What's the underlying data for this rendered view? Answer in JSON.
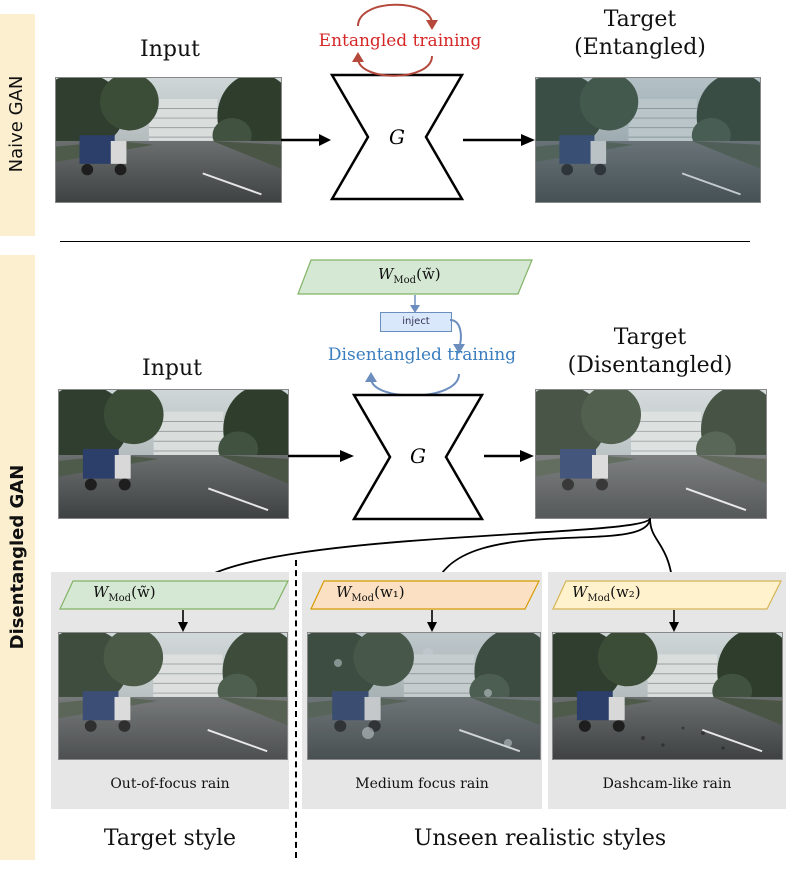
{
  "naive_section": {
    "label": "Naive GAN",
    "input_title": "Input",
    "generator_label": "G",
    "training_label": "Entangled training",
    "target_title_line1": "Target",
    "target_title_line2": "(Entangled)"
  },
  "disentangled_section": {
    "label": "Disentangled GAN",
    "modulation_label": "W",
    "modulation_sub": "Mod",
    "modulation_arg": "(w̃)",
    "inject_label": "inject",
    "training_label": "Disentangled training",
    "input_title": "Input",
    "generator_label": "G",
    "target_title_line1": "Target",
    "target_title_line2": "(Disentangled)"
  },
  "styles": [
    {
      "w_main": "W",
      "w_sub": "Mod",
      "w_arg": "(w̃)",
      "caption": "Out-of-focus rain",
      "color": "#d5e8d4",
      "border": "#82b366"
    },
    {
      "w_main": "W",
      "w_sub": "Mod",
      "w_arg": "(w₁)",
      "caption": "Medium focus rain",
      "color": "#fce0c4",
      "border": "#d79b00"
    },
    {
      "w_main": "W",
      "w_sub": "Mod",
      "w_arg": "(w₂)",
      "caption": "Dashcam-like rain",
      "color": "#fff2cc",
      "border": "#d6b656"
    }
  ],
  "bottom_labels": {
    "target_style": "Target style",
    "unseen_styles": "Unseen realistic styles"
  },
  "colors": {
    "entangled": "#d62728",
    "disentangled": "#3a7ebf",
    "band": "#fcefd0"
  }
}
